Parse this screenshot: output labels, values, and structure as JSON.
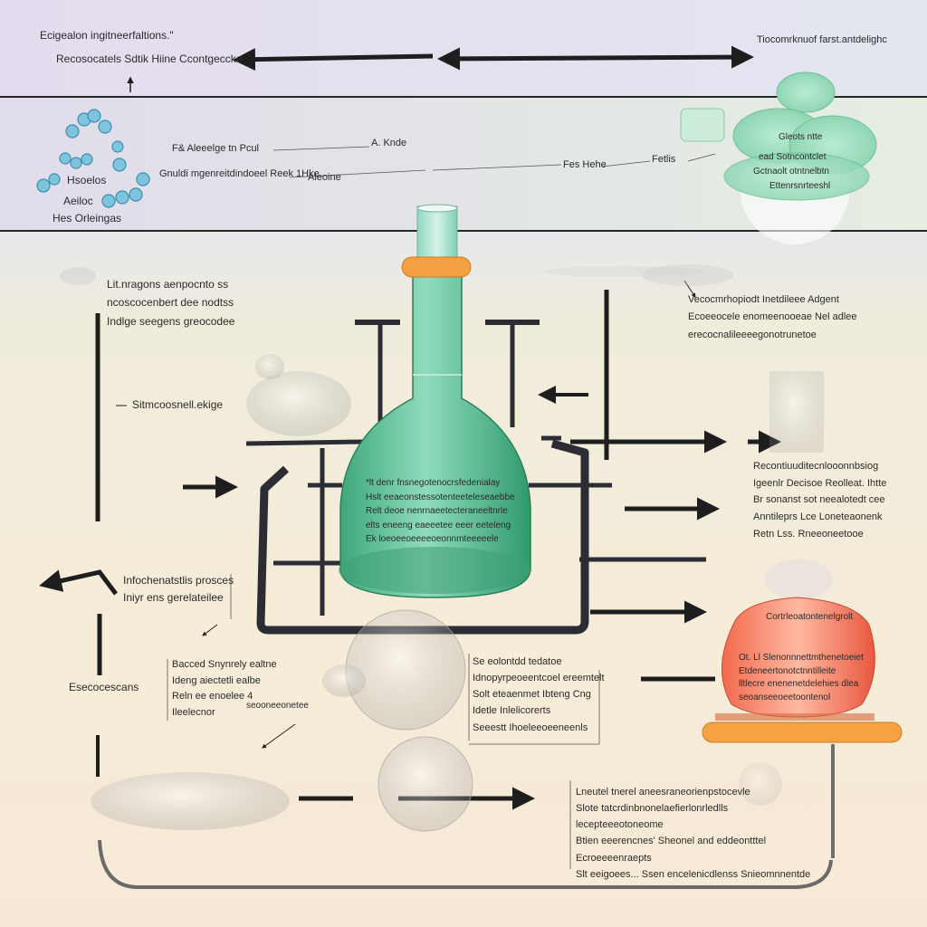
{
  "colors": {
    "flask_green": "#59b894",
    "stopper_orange": "#f0a040",
    "vessel_red": "#ee6a50",
    "molecule_blue": "#6fb9d6",
    "line_dark": "#1e1e1e"
  },
  "top": {
    "title": "Ecigealon ingitneerfaltions.\"",
    "subtitle": "Recosocatels  Sdtik Hiine Ccontgeccke",
    "right_title": "Tiocomrknuof farst.antdelighc"
  },
  "molecule": {
    "label1": "Hsoelos",
    "label2": "Aeiloc",
    "label3": "Hes Orleingas"
  },
  "middle": {
    "leader1_a": "F& Aleeelge tn Pcul",
    "leader1_b": "A. Knde",
    "leader2_a": "Gnuldi mgenreitdindoeel Reek 1Hke",
    "leader2_b": "Aleoine",
    "leader2_c": "Fes Hehe",
    "leader2_d": "Fetlis",
    "cluster_label1": "Gleots  ntte",
    "cluster_label2": "ead  Sotncontclet",
    "cluster_label3": "Gctnaolt otntnelbtn",
    "cluster_label4": "Ettenrsnrteeshl"
  },
  "left": {
    "block1": "Lit.nragons aenpocnto ss\nncoscocenbert dee nodtss\nIndlge    seegens greocodee",
    "label_mid": "Sitmcoosnell.ekige",
    "block2": "Infochenatstlis prosces\nIniyr  ens  gerelateilee",
    "label_low": "Esecocescans"
  },
  "flask": {
    "text": "*lt denr fnsnegotenocrsfedenialay\n  Hslt eeaeonstessotenteeteleseaebbe\n  Relt deoe nenrnaeetecteraneeltnrle\n  elts eneeng eaeeetee eeer eeteleng\n  Ek loeoeeoeeeeoeonnmteeeeele"
  },
  "right": {
    "block1": "Vecocmrhopiodt Inetdileee  Adgent\nEcoeeocele  enomeenooeae  Nel adlee\nerecocnalileeeegonotrunetoe",
    "block2": "Recontiuuditecnlooonnbsiog\nIgeenlr Decisoe  Reolleat. Ihtte\nBr  sonanst  sot neealotedt cee\nAnntileprs  Lce Loneteaonenk\nRetn  Lss.  Rneeoneetooe",
    "vessel_title": "Cortrleoatontenelgrolt",
    "vessel_text": "Ot.  Ll  Slenonnnettmthenetoeiet\nEtdeneertonotctnntilleite\nlltlecre  enenenetdelehies dlea\nseoanseeoeetoontenol"
  },
  "lower": {
    "block1": "Bacced Snynrely ealtne\nIdeng aiectetli ealbe\nReln  ee  enoelee  4\nIleelecnor",
    "block1_tail": "seooneeonetee",
    "block2": "Se eolontdd tedatoe\nIdnopyrpeoeentcoel ereemtelt\nSolt eteaenmet Ibteng Cng\nIdetle  Inlelicorerts\nSeeestt  Ihoeleeoeeneenls",
    "block3": "Lneutel tnerel aneesraneorienpstocevle\nSlote tatcrdinbnonelaefierlonrledlls\nlecepteeeotoneome\nBtien  eeerencnes' Sheonel and eddeontttel  Ecroeeeenraepts\nSlt  eeigoees...   Ssen encelenicdlenss  Snieomnnentde"
  }
}
